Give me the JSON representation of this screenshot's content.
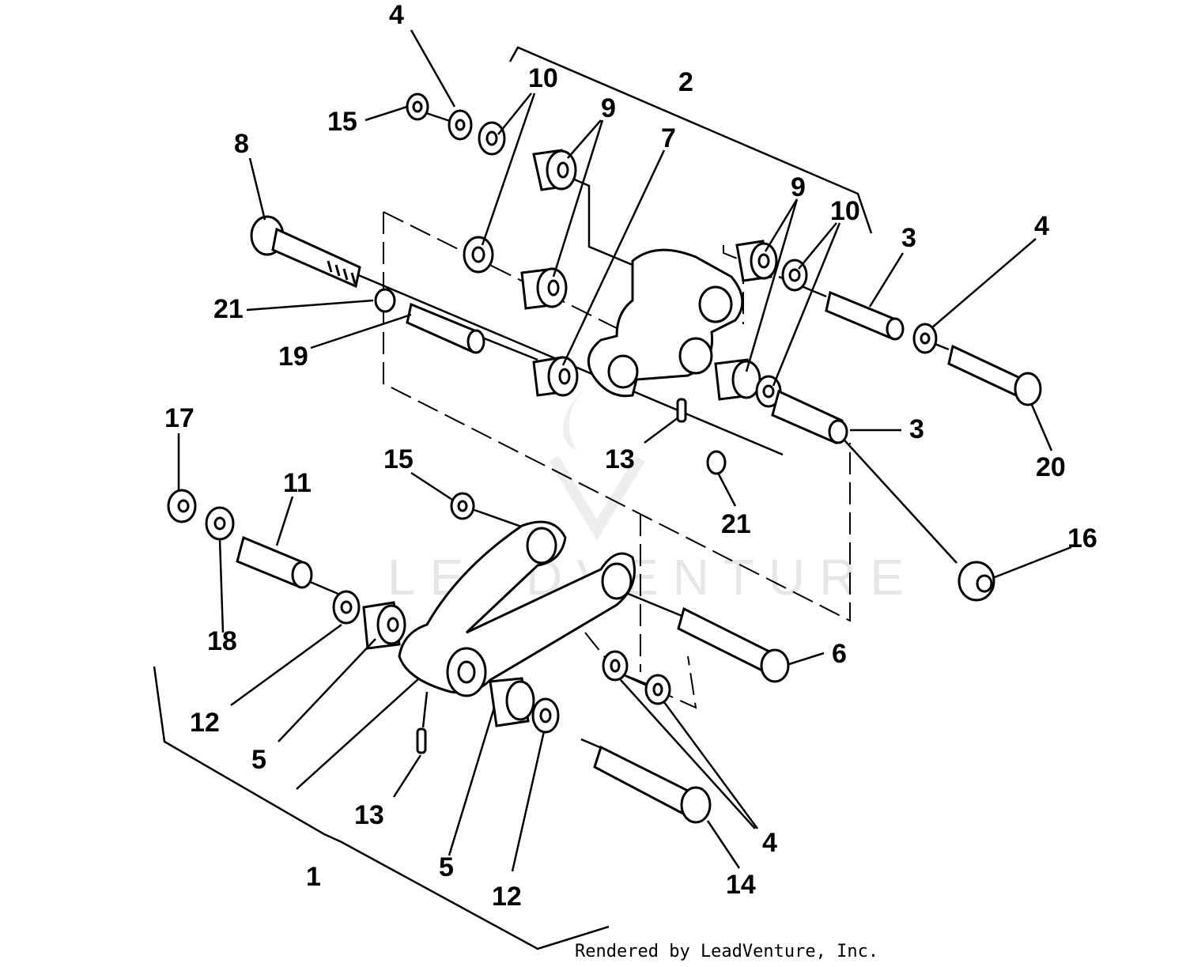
{
  "watermark": "LEADVENTURE",
  "credit": "Rendered by LeadVenture, Inc.",
  "callouts": {
    "c1": "1",
    "c2": "2",
    "c3a": "3",
    "c3b": "3",
    "c4a": "4",
    "c4b": "4",
    "c4c": "4",
    "c5a": "5",
    "c5b": "5",
    "c6": "6",
    "c7": "7",
    "c8": "8",
    "c9a": "9",
    "c9b": "9",
    "c10a": "10",
    "c10b": "10",
    "c11": "11",
    "c12a": "12",
    "c12b": "12",
    "c13a": "13",
    "c13b": "13",
    "c14": "14",
    "c15a": "15",
    "c15b": "15",
    "c16": "16",
    "c17": "17",
    "c18": "18",
    "c19": "19",
    "c20": "20",
    "c21a": "21",
    "c21b": "21"
  }
}
